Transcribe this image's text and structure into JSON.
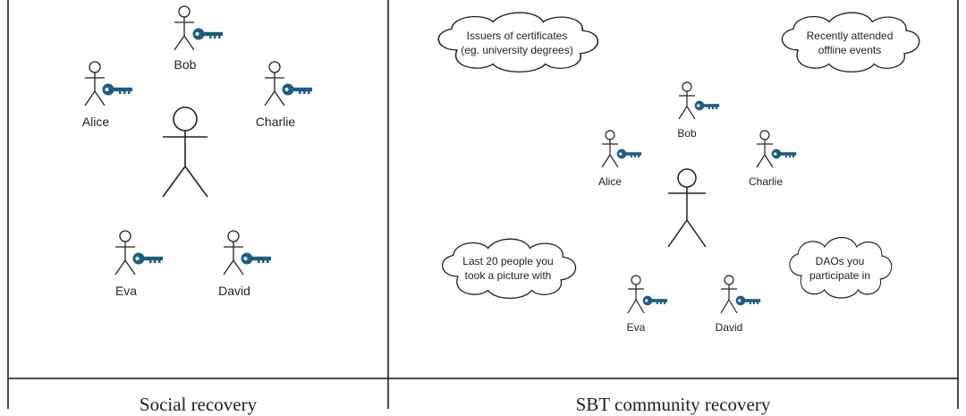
{
  "panels": {
    "left": {
      "caption": "Social recovery",
      "people": [
        {
          "name": "Bob"
        },
        {
          "name": "Alice"
        },
        {
          "name": "Charlie"
        },
        {
          "name": "Eva"
        },
        {
          "name": "David"
        }
      ]
    },
    "right": {
      "caption": "SBT community recovery",
      "people": [
        {
          "name": "Bob"
        },
        {
          "name": "Alice"
        },
        {
          "name": "Charlie"
        },
        {
          "name": "Eva"
        },
        {
          "name": "David"
        }
      ],
      "clouds": [
        {
          "lines": [
            "Issuers of certificates",
            "(eg. university degrees)"
          ]
        },
        {
          "lines": [
            "Recently attended",
            "offline events"
          ]
        },
        {
          "lines": [
            "Last 20 people you",
            "took a picture with"
          ]
        },
        {
          "lines": [
            "DAOs you",
            "participate in"
          ]
        }
      ]
    }
  },
  "colors": {
    "key": "#1b5e82",
    "stroke": "#222222",
    "border": "#111111"
  }
}
